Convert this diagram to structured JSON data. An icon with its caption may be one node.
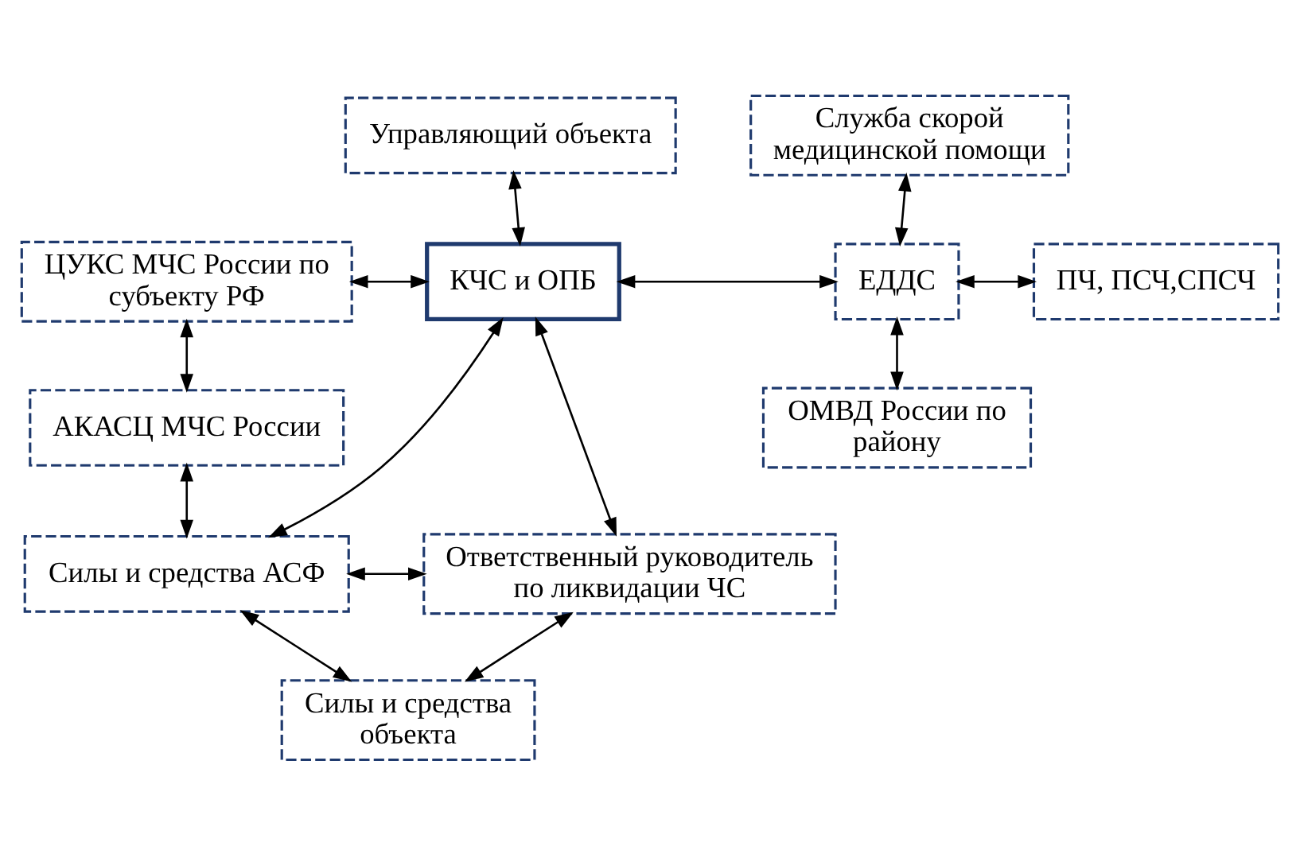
{
  "diagram": {
    "nodes": [
      {
        "text": [
          "Управляющий объекта"
        ]
      },
      {
        "text": [
          "Служба скорой медицинской помощи"
        ]
      },
      {
        "text": [
          "ЦУКС МЧС России по субъекту РФ"
        ]
      },
      {
        "text": [
          "КЧС и ОПБ"
        ]
      },
      {
        "text": [
          "ЕДДС"
        ]
      },
      {
        "text": [
          "ПЧ, ПСЧ,СПСЧ"
        ]
      },
      {
        "text": [
          "ОМВД России по району"
        ]
      },
      {
        "text": [
          "АКАСЦ МЧС России"
        ]
      },
      {
        "text": [
          "Силы и средства АСФ"
        ]
      },
      {
        "text": [
          "Ответственный руководитель по ликвидации ЧС"
        ]
      },
      {
        "text": [
          "Силы и средства объекта"
        ]
      }
    ],
    "edges": [
      {
        "from": 0,
        "to": 3,
        "arrow": "both"
      },
      {
        "from": 1,
        "to": 4,
        "arrow": "both"
      },
      {
        "from": 2,
        "to": 3,
        "arrow": "both"
      },
      {
        "from": 3,
        "to": 4,
        "arrow": "both"
      },
      {
        "from": 4,
        "to": 5,
        "arrow": "both"
      },
      {
        "from": 4,
        "to": 6,
        "arrow": "both"
      },
      {
        "from": 2,
        "to": 7,
        "arrow": "both"
      },
      {
        "from": 3,
        "to": 8,
        "arrow": "both"
      },
      {
        "from": 3,
        "to": 9,
        "arrow": "both"
      },
      {
        "from": 7,
        "to": 8,
        "arrow": "both"
      },
      {
        "from": 8,
        "to": 9,
        "arrow": "both"
      },
      {
        "from": 9,
        "to": 10,
        "arrow": "both"
      },
      {
        "from": 8,
        "to": 10,
        "arrow": "both"
      }
    ]
  }
}
